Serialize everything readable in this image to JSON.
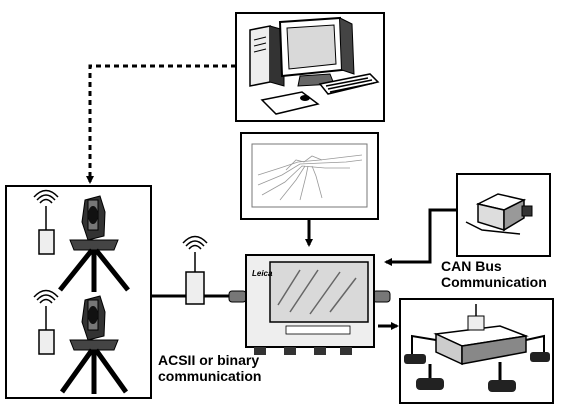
{
  "labels": {
    "serial_line1": "ACSII or binary",
    "serial_line2": "communication",
    "can_line1": "CAN Bus",
    "can_line2": "Communication"
  },
  "device_logo": "Leica",
  "colors": {
    "ink": "#000000",
    "paper": "#ffffff",
    "screen": "#d9d9d9",
    "box_shadow": "#555555"
  },
  "icons": [
    "computer-icon",
    "terrain-model-icon",
    "total-station-icon",
    "radio-icon",
    "control-box-icon",
    "sensor-icon",
    "paving-machine-icon"
  ]
}
